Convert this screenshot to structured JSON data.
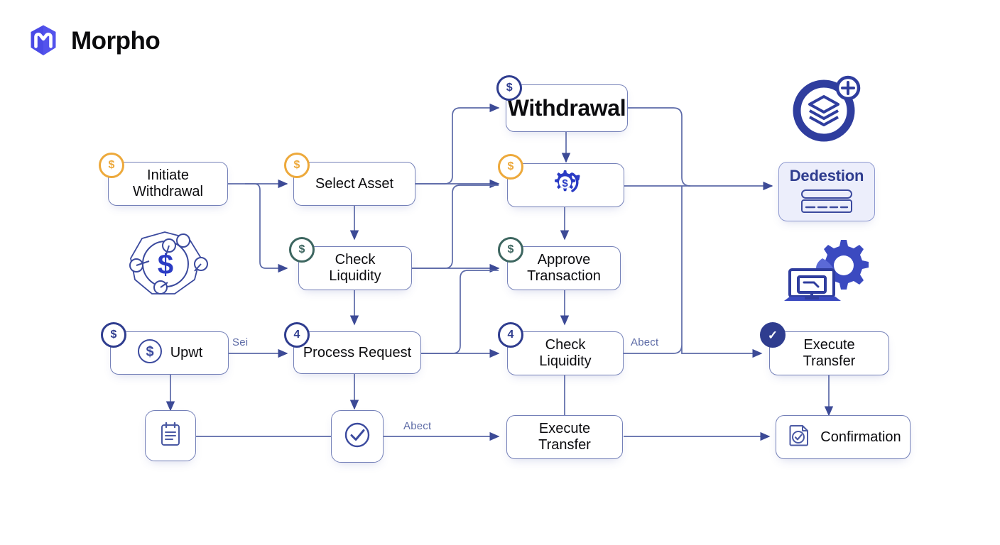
{
  "brand": {
    "name": "Morpho",
    "logo_icon": "morpho-logo-icon",
    "logo_color": "#4a4ae6"
  },
  "theme": {
    "background": "#ffffff",
    "node_border": "#7480b8",
    "edge": "#5c6aa8",
    "accent_blue": "#2f3d8f",
    "accent_amber": "#eda93b",
    "accent_green": "#3d6660",
    "card_fill": "#eceefb"
  },
  "diagram": {
    "type": "flowchart",
    "nodes": [
      {
        "id": "initiate-withdrawal",
        "label": "Initiate Withdrawal",
        "badge": "$",
        "badge_color": "amber",
        "size": "md"
      },
      {
        "id": "select-asset",
        "label": "Select Asset",
        "badge": "$",
        "badge_color": "amber",
        "size": "md"
      },
      {
        "id": "withdrawal",
        "label": "Withdrawal",
        "badge": "$",
        "badge_color": "blue",
        "size": "big"
      },
      {
        "id": "gear-dollar-node",
        "label": "",
        "badge": "$",
        "badge_color": "amber",
        "size": "icon",
        "icon": "gear-dollar-icon"
      },
      {
        "id": "check-liquidity-left",
        "label": "Check\nLiquidity",
        "badge": "$",
        "badge_color": "green",
        "size": "md"
      },
      {
        "id": "approve-transaction",
        "label": "Approve\nTransaction",
        "badge": "$",
        "badge_color": "green",
        "size": "md"
      },
      {
        "id": "upwt",
        "label": "Upwt",
        "badge": "$",
        "badge_color": "blue",
        "size": "md",
        "icon": "dollar-circle-icon"
      },
      {
        "id": "process-request",
        "label": "Process Request",
        "badge": "4",
        "badge_color": "blue",
        "size": "md"
      },
      {
        "id": "check-liquidity-mid",
        "label": "Check\nLiquidity",
        "badge": "4",
        "badge_color": "blue",
        "size": "md"
      },
      {
        "id": "execute-transfer-right",
        "label": "Execute\nTransfer",
        "badge": "✓",
        "badge_color": "check",
        "size": "md"
      },
      {
        "id": "clipboard-node",
        "label": "",
        "size": "icon",
        "icon": "clipboard-icon"
      },
      {
        "id": "check-circle-node",
        "label": "",
        "size": "icon",
        "icon": "check-circle-icon"
      },
      {
        "id": "execute-transfer-bottom",
        "label": "Execute\nTransfer",
        "size": "md"
      },
      {
        "id": "confirmation",
        "label": "Confirmation",
        "size": "md",
        "icon": "document-check-icon"
      }
    ],
    "edge_labels": [
      {
        "id": "label-sei",
        "text": "Sei"
      },
      {
        "id": "label-abect-mid",
        "text": "Abect"
      },
      {
        "id": "label-abect-right",
        "text": "Abect"
      }
    ],
    "card": {
      "id": "dedestion-card",
      "title": "Dedestion",
      "icon": "card-lines-icon"
    },
    "decorations": [
      {
        "id": "dollar-network-decoration",
        "icon": "dollar-network-icon"
      },
      {
        "id": "layers-plus-decoration",
        "icon": "layers-plus-icon"
      },
      {
        "id": "monitor-gear-decoration",
        "icon": "monitor-gear-icon"
      }
    ]
  }
}
